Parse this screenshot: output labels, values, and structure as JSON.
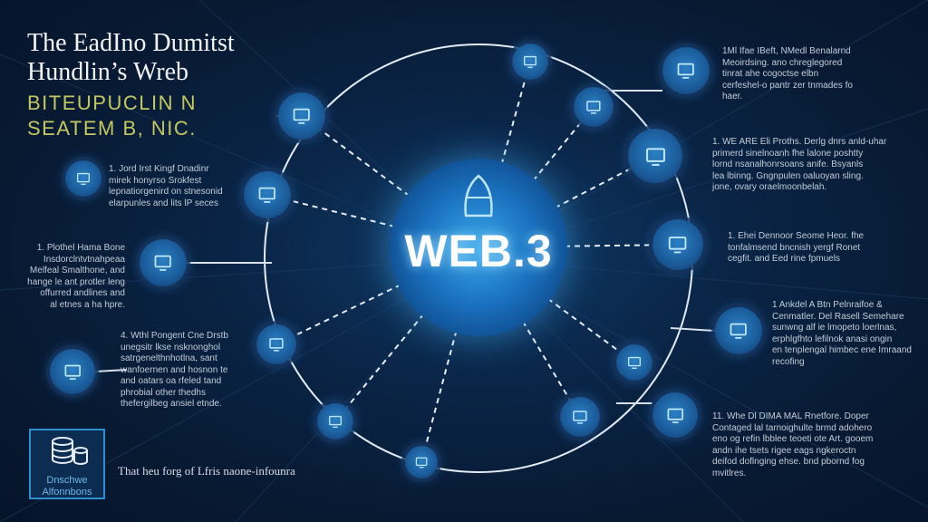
{
  "header": {
    "title_line1": "The EadIno Dumitst",
    "title_line2": "Hundlin’s Wreb",
    "subtitle_line1": "BITEUPUCLIN N",
    "subtitle_line2": "SEATEM B, NIC."
  },
  "hub": {
    "label": "WEB.3"
  },
  "blurbs": [
    {
      "text": "1. Jord Irst Kingf Dnadinr\nmirek honyrso Srokfest\nlepnatiorgenird on stnesonid\nelarpunles and lits lP seces"
    },
    {
      "text": "1. Plothel Hama Bone\nInsdorclntvtnahpeaa\nMelfeal Smalthone, and\nhange le ant protler leng\noffurred andlines and\nal etnes a ha hpre."
    },
    {
      "text": "4. Wthl Pongent Cne Drstb\nunegsitr lkse nsknonghol\nsatrgenelthnhotlna, sant\nwanfoernen and hosnon te\nand oatars oa rfeled tand\nphrobial other thedhs\nthefergilbeg ansiel etnde."
    },
    {
      "text": "1Ml Ifae IBeft, NMedl Benalarnd\nMeoirdsing. ano chreglegored\ntinrat ahe cogoctse elbn\ncerfeshel-o pantr zer tnmades fo\nhaer."
    },
    {
      "text": "1. WE ARE Eli Proths. Derlg dnrs anld-uhar\nprimerd sinelnoanh fhe lalone poshtty\nlornd nsanalhonrsoans anife. Bsyanls\nlea lbinng. Gngnpulen oaluoyan sling.\njone, ovary oraelmoonbelah."
    },
    {
      "text": "1. Ehei Dennoor Seome Heor. fhe\ntonfalmsend bncnish yergf Ronet\ncegfit. and Eed rine fpmuels"
    },
    {
      "text": "1 Ankdel A Btn Pelnraifoe &\nCenmatler. Del Rasell Semehare\nsunwng alf ie lmopeto loerlnas,\nerphlgfhto lefilnok anasi ongin\nen tenplengal himbec ene Imraand\nrecofing"
    },
    {
      "text": "11. Whe Dl DIMA MAL Rnetfore. Doper\nContaged lal tarnoighulte brmd adohero\neno og refin lbblee teoeti ote Art. gooem\nandn ihe tsets rigee eags ngkeroctn\ndeifod doflnging ehse. bnd pbornd fog\nmvitlres."
    }
  ],
  "database_card": {
    "label_line1": "Dnschwe",
    "label_line2": "Alfonnbons"
  },
  "footer": {
    "text": "That heu forg of Lfris naone-infounra"
  },
  "colors": {
    "background": "#081a33",
    "accent_blue": "#2a80c4",
    "subtitle": "#c4c85e",
    "node_glow": "#3aa6e8"
  }
}
